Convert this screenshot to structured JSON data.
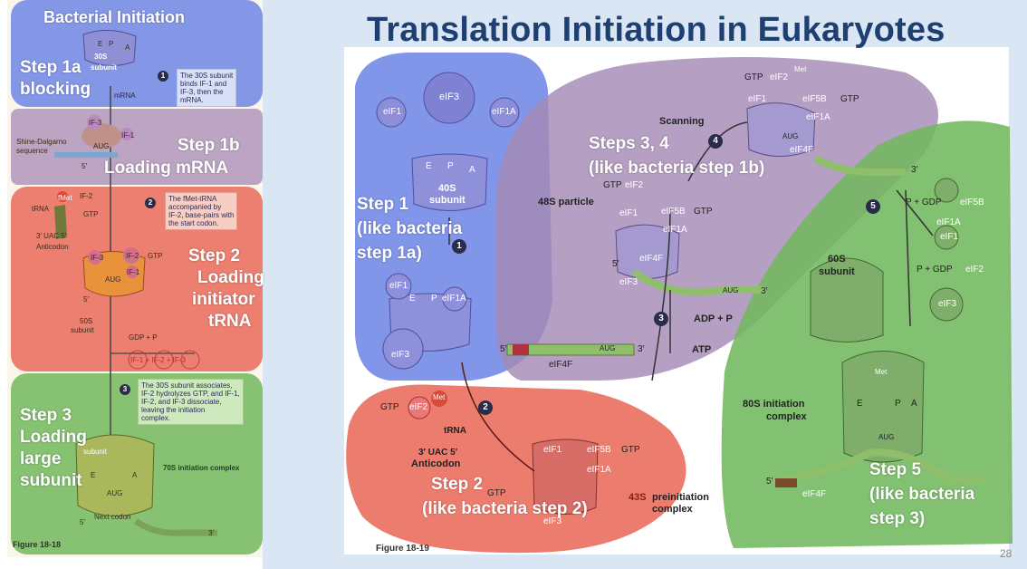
{
  "title": "Translation Initiation in Eukaryotes",
  "page_number": "28",
  "left_figure": {
    "header": "Bacterial Initiation",
    "caption": "Figure 18-18",
    "step_labels": {
      "s1a_l1": "Step 1a",
      "s1a_l2": "blocking",
      "s1b_l1": "Step 1b",
      "s1b_l2": "Loading mRNA",
      "s2_l1": "Step 2",
      "s2_l2": "Loading",
      "s2_l3": "initiator",
      "s2_l4": "tRNA",
      "s3_l1": "Step 3",
      "s3_l2": "Loading",
      "s3_l3": "large",
      "s3_l4": "subunit"
    },
    "notes": {
      "n1_l1": "The 30S subunit",
      "n1_l2": "binds IF-1 and",
      "n1_l3": "IF-3, then the",
      "n1_l4": "mRNA.",
      "n2_l1": "The fMet-tRNA",
      "n2_l2": "accompanied by",
      "n2_l3": "IF-2, base-pairs with",
      "n2_l4": "the start codon.",
      "n3_l1": "The 30S subunit associates,",
      "n3_l2": "IF-2 hydrolyzes GTP, and IF-1,",
      "n3_l3": "IF-2, and IF-3 dissociate,",
      "n3_l4": "leaving the initiation",
      "n3_l5": "complex."
    },
    "labels": {
      "subunit30s": "30S",
      "subunit": "subunit",
      "mrna": "mRNA",
      "shine1": "Shine-Dalgarno",
      "shine2": "sequence",
      "if3": "IF-3",
      "if1": "IF-1",
      "if2": "IF-2",
      "aug": "AUG",
      "trna": "tRNA",
      "gtp": "GTP",
      "anticodon": "Anticodon",
      "uac": "3′ UAC 5′",
      "s50": "50S",
      "s50sub": "subunit",
      "gdp": "GDP + P",
      "release": "IF-1 + IF-2 + IF-3",
      "complex70": "70S initiation complex",
      "next_codon": "Next codon",
      "five": "5′",
      "three": "3′",
      "e": "E",
      "p": "P",
      "a": "A",
      "met": "fMet"
    }
  },
  "right_figure": {
    "caption": "Figure 18-19",
    "step_labels": {
      "s1_l1": "Step 1",
      "s1_l2": "(like bacteria",
      "s1_l3": "step 1a)",
      "s2_l1": "Step 2",
      "s2_l2": "(like bacteria step 2)",
      "s34_l1": "Steps 3, 4",
      "s34_l2": "(like bacteria step 1b)",
      "s5_l1": "Step 5",
      "s5_l2": "(like bacteria",
      "s5_l3": "step 3)"
    },
    "labels": {
      "eif3": "eIF3",
      "eif1": "eIF1",
      "eif1a": "eIF1A",
      "eif2": "eIF2",
      "eif5b": "eIF5B",
      "eif4f": "eIF4F",
      "s40": "40S",
      "s40sub": "subunit",
      "s60": "60S",
      "s60sub": "subunit",
      "gtp": "GTP",
      "met": "Met",
      "trna": "tRNA",
      "anticodon": "Anticodon",
      "uac": "3′ UAC 5′",
      "aug": "AUG",
      "scanning": "Scanning",
      "particle48": "48S particle",
      "adp": "ADP + P",
      "atp": "ATP",
      "pre43_l1": "43S",
      "pre43_l2": "preinitiation",
      "pre43_l3": "complex",
      "complex80_l1": "80S initiation",
      "complex80_l2": "complex",
      "release1": "P + GDP",
      "release2": "P + GDP",
      "five": "5′",
      "three": "3′",
      "e": "E",
      "p": "P",
      "a": "A",
      "n1": "1",
      "n2": "2",
      "n3": "3",
      "n4": "4",
      "n5": "5"
    }
  },
  "colors": {
    "blue_zone": "#6f86e6",
    "purple_zone": "#a58ab4",
    "red_zone": "#e96a5a",
    "green_zone": "#72b85e",
    "title": "#1d3f72",
    "ribosome": "#8e8fd4",
    "mrna": "#8fbf6a"
  }
}
